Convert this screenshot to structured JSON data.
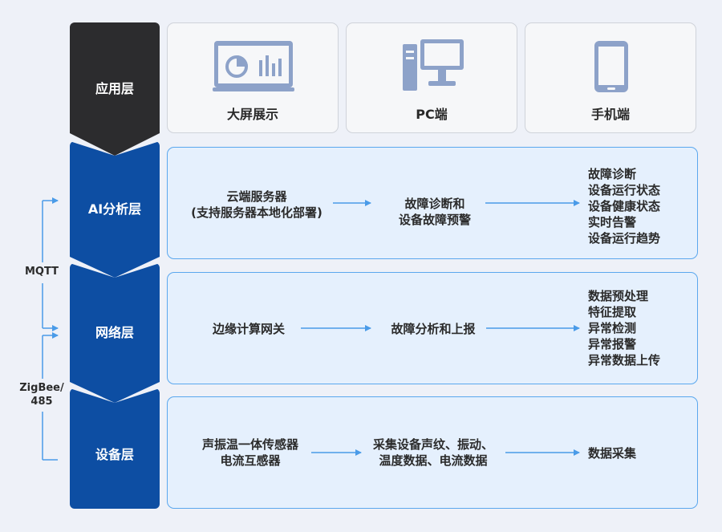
{
  "layers": {
    "app": "应用层",
    "ai": "AI分析层",
    "network": "网络层",
    "device": "设备层"
  },
  "app": {
    "big_screen": "大屏展示",
    "pc": "PC端",
    "mobile": "手机端"
  },
  "protocols": {
    "mqtt": "MQTT",
    "zigbee_line1": "ZigBee/",
    "zigbee_line2": "485"
  },
  "ai_row": {
    "source_line1": "云端服务器",
    "source_line2": "(支持服务器本地化部署)",
    "middle_line1": "故障诊断和",
    "middle_line2": "设备故障预警",
    "outputs": [
      "故障诊断",
      "设备运行状态",
      "设备健康状态",
      "实时告警",
      "设备运行趋势"
    ]
  },
  "network_row": {
    "source": "边缘计算网关",
    "middle": "故障分析和上报",
    "outputs": [
      "数据预处理",
      "特征提取",
      "异常检测",
      "异常报警",
      "异常数据上传"
    ]
  },
  "device_row": {
    "source_line1": "声振温一体传感器",
    "source_line2": "电流互感器",
    "middle_line1": "采集设备声纹、振动、",
    "middle_line2": "温度数据、电流数据",
    "output": "数据采集"
  },
  "colors": {
    "app_layer": "#2c2c2e",
    "layer_blue": "#0d4ea3",
    "panel_bg": "#e5f0fd",
    "panel_border": "#5aa7ee",
    "arrow": "#4a9be8",
    "icon_fill": "#8da2c9"
  }
}
